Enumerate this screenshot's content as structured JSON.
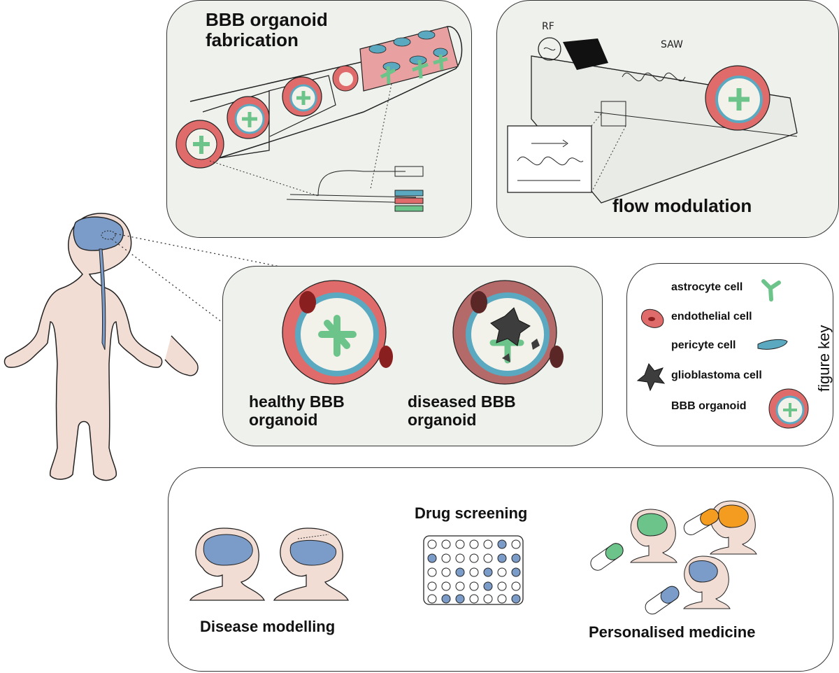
{
  "panels": {
    "fabrication": {
      "title": "BBB organoid fabrication"
    },
    "flow": {
      "title": "flow modulation",
      "rf_label": "RF",
      "saw_label": "SAW"
    },
    "organoids": {
      "healthy_label": "healthy BBB organoid",
      "diseased_label": "diseased BBB organoid"
    },
    "key": {
      "title": "figure key",
      "items": [
        {
          "label": "astrocyte cell",
          "color": "#6cc48a",
          "icon": "astrocyte-icon"
        },
        {
          "label": "endothelial cell",
          "color": "#e06b6b",
          "icon": "endothelial-icon"
        },
        {
          "label": "pericyte cell",
          "color": "#5aa9c0",
          "icon": "pericyte-icon"
        },
        {
          "label": "glioblastoma cell",
          "color": "#444444",
          "icon": "glioblastoma-icon"
        },
        {
          "label": "BBB organoid",
          "color": "#e06b6b",
          "icon": "organoid-icon"
        }
      ]
    },
    "applications": {
      "disease_modelling": "Disease modelling",
      "drug_screening": "Drug screening",
      "personalised_medicine": "Personalised medicine"
    }
  },
  "colors": {
    "endothelial": "#e06b6b",
    "endothelial_diseased": "#b56a6a",
    "pericyte": "#5aa9c0",
    "astrocyte": "#6cc48a",
    "glioblastoma": "#3d3d3d",
    "skin": "#f2ddd5",
    "brain": "#7b9cc8",
    "panel_bg": "#eef1ec",
    "orange": "#f39c1f"
  }
}
